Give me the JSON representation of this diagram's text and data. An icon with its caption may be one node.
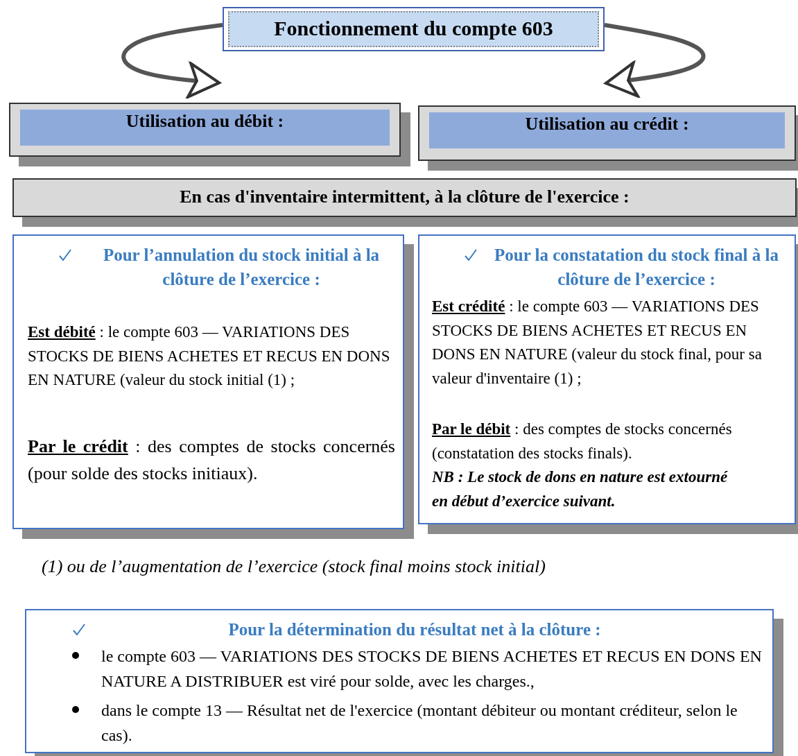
{
  "diagram": {
    "nodes": [
      {
        "text": [
          "Fonctionnement du compte 603"
        ]
      },
      {
        "text": [
          "Utilisation au débit :"
        ]
      },
      {
        "text": [
          "Utilisation au crédit :"
        ]
      },
      {
        "text": [
          "En cas d'inventaire intermittent, à la clôture de l'exercice :"
        ]
      },
      {
        "text": [
          "Pour l’annulation du stock initial à la clôture de l’exercice :",
          "**Est débité** :  le compte 603 — VARIATIONS DES STOCKS DE BIENS ACHETES ET RECUS EN DONS EN NATURE (valeur du stock initial (1) ;",
          "**Par le crédit** : des comptes de stocks concernés (pour solde des stocks initiaux)."
        ]
      },
      {
        "text": [
          "Pour la constatation du stock final à la clôture de l’exercice :",
          "**Est crédité** :  le compte 603 — VARIATIONS DES STOCKS DE BIENS ACHETES ET RECUS EN DONS EN NATURE (valeur du stock final, pour sa valeur d'inventaire (1) ;",
          "**Par le débit** : des comptes de stocks concernés (constatation des stocks finals).",
          "NB : Le stock de dons en nature est extourné en début d’exercice suivant."
        ]
      },
      {
        "text": [
          "Pour la détermination du résultat net à la clôture :",
          "le compte 603 — VARIATIONS DES STOCKS DE BIENS ACHETES ET RECUS EN DONS EN NATURE A DISTRIBUER est viré pour solde, avec les charges.,",
          "dans le compte 13 — Résultat net de l'exercice (montant débiteur ou montant créditeur, selon le cas)."
        ]
      }
    ],
    "edges": [
      {
        "from": 0,
        "to": 1,
        "arrow": "to"
      },
      {
        "from": 0,
        "to": 2,
        "arrow": "to"
      }
    ],
    "labels": [
      "(1)  ou de l’augmentation de l’exercice (stock final moins stock initial)"
    ]
  }
}
